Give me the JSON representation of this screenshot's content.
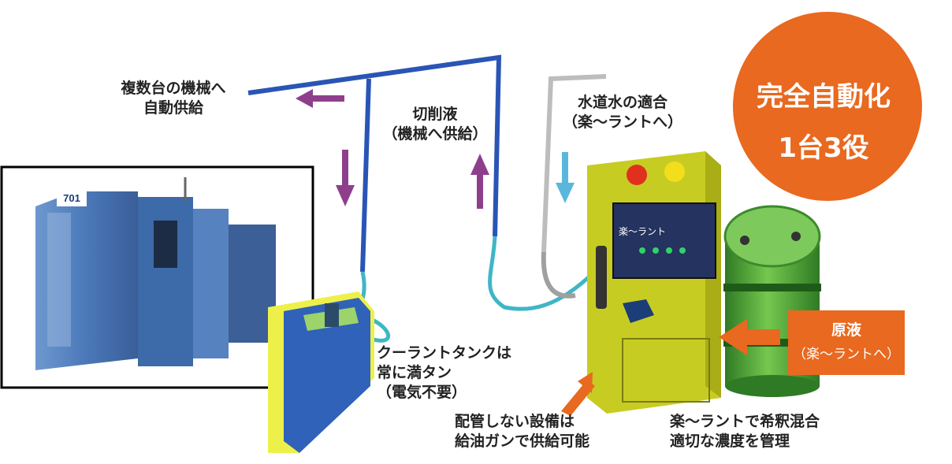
{
  "labels": {
    "multi_machine_line1": "複数台の機械へ",
    "multi_machine_line2": "自動供給",
    "cutting_fluid_line1": "切削液",
    "cutting_fluid_line2": "（機械へ供給）",
    "tap_water_line1": "水道水の適合",
    "tap_water_line2": "（楽～ラントへ）",
    "tank_line1": "クーラントタンクは",
    "tank_line2": "常に満タン",
    "tank_line3": "（電気不要）",
    "gun_line1": "配管しない設備は",
    "gun_line2": "給油ガンで供給可能",
    "dilution_line1": "楽～ラントで希釈混合",
    "dilution_line2": "適切な濃度を管理",
    "stock_line1": "原液",
    "stock_line2": "（楽～ラントへ）"
  },
  "badge": {
    "line1": "完全自動化",
    "line2": "1台3役"
  },
  "machine_brand_text": "701",
  "unit_name_text": "楽～ラント",
  "colors": {
    "badge_orange": "#e8691f",
    "pipe_blue": "#2a55b5",
    "hose_cyan": "#3fb6c6",
    "arrow_purple": "#8e3f8c",
    "arrow_cyan": "#5ab7dc",
    "unit_yellow": "#c7cc22",
    "drum_green": "#5bb13b",
    "tank_blue": "#2f62b8",
    "tank_yellow": "#eef04a",
    "machine_blue": "#4a78b8"
  }
}
